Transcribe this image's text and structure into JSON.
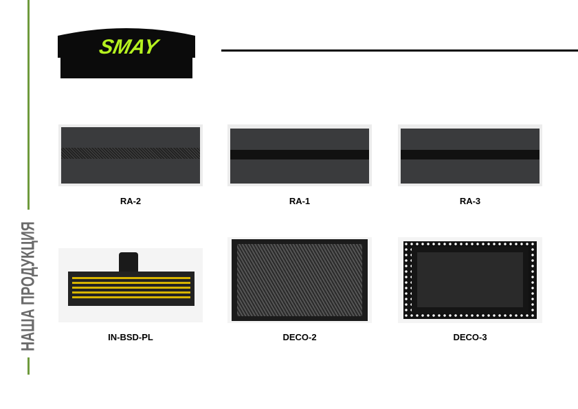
{
  "brand": {
    "logo_text": "SMAY",
    "logo_color": "#b5f11f"
  },
  "sidebar": {
    "title": "НАША ПРОДУКЦИЯ",
    "accent": "#6e9a3c"
  },
  "products": [
    {
      "name": "RA-2"
    },
    {
      "name": "RA-1"
    },
    {
      "name": "RA-3"
    },
    {
      "name": "IN-BSD-PL"
    },
    {
      "name": "DECO-2"
    },
    {
      "name": "DECO-3"
    }
  ]
}
